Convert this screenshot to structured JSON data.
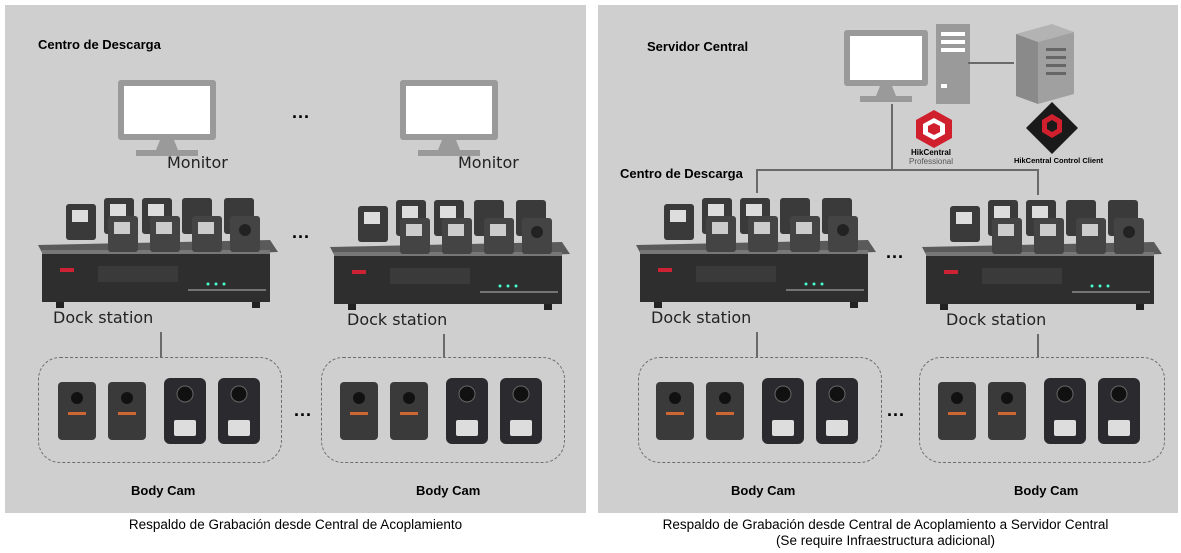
{
  "left_panel": {
    "title": "Centro de Descarga",
    "monitor_label": "Monitor",
    "dock_label": "Dock station",
    "bodycam_label": "Body Cam",
    "ellipsis": "...",
    "caption": "Respaldo de Grabación desde Central de Acoplamiento"
  },
  "right_panel": {
    "server_title": "Servidor Central",
    "center_title": "Centro de Descarga",
    "dock_label": "Dock station",
    "bodycam_label": "Body Cam",
    "ellipsis": "...",
    "hikcentral_logo": {
      "brand": "HikCentral",
      "edition": "Professional"
    },
    "client_logo": {
      "label": "HikCentral Control Client"
    },
    "caption_line1": "Respaldo de Grabación desde Central de Acoplamiento a Servidor Central",
    "caption_line2": "(Se require Infraestructura adicional)"
  },
  "colors": {
    "panel": "#cfcfcf",
    "brand_red": "#d0202e",
    "device": "#3a3a3a"
  },
  "icons": [
    "monitor-icon",
    "pc-icon",
    "server-icon",
    "dock-station-icon",
    "body-cam-icon",
    "hikcentral-logo-icon"
  ]
}
